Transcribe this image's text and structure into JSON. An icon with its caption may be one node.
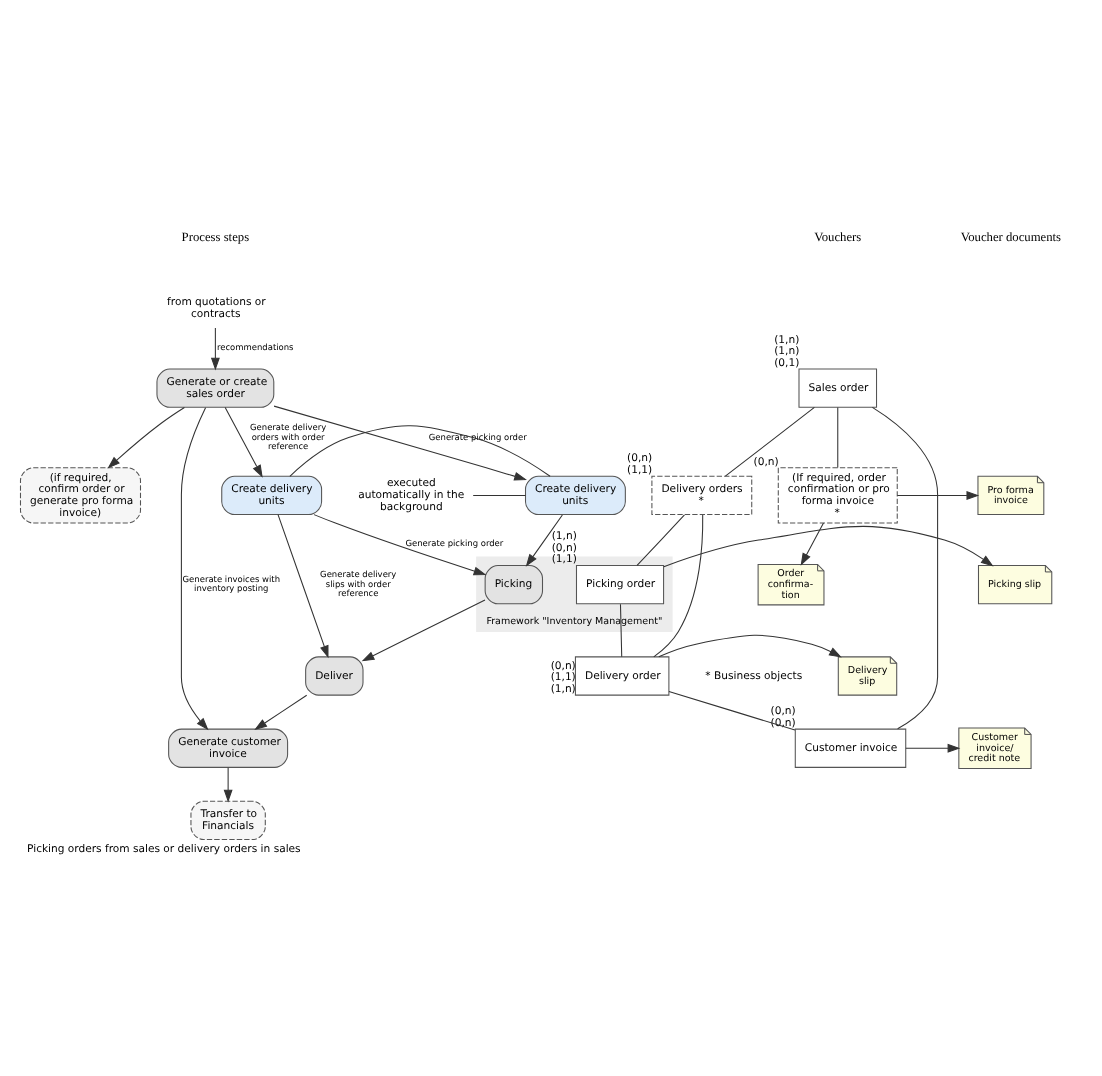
{
  "diagram": {
    "caption": "Picking orders from sales or delivery orders in sales",
    "nodes": [
      {
        "text": [
          "from quotations or contracts"
        ]
      },
      {
        "text": [
          "Generate or create sales order"
        ]
      },
      {
        "text": [
          "(if required, confirm order or generate pro forma invoice)"
        ]
      },
      {
        "text": [
          "Create delivery units"
        ]
      },
      {
        "text": [
          "Create delivery units"
        ]
      },
      {
        "text": [
          "executed automatically in the background"
        ]
      },
      {
        "text": [
          "Framework \"Inventory Management\""
        ]
      },
      {
        "text": [
          "Picking"
        ],
        "in": 6
      },
      {
        "text": [
          "Deliver"
        ]
      },
      {
        "text": [
          "Generate customer invoice"
        ]
      },
      {
        "text": [
          "Transfer to Financials"
        ]
      },
      {
        "text": [
          "Sales order"
        ],
        "beside": [
          "(1,n)",
          "(1,n)",
          "(0,1)"
        ]
      },
      {
        "text": [
          "(If required, order confirmation or pro forma invoice",
          "*"
        ],
        "beside": [
          "(0,n)"
        ]
      },
      {
        "text": [
          "Delivery orders",
          "*"
        ],
        "beside": [
          "(0,n)",
          "(1,1)"
        ]
      },
      {
        "text": [
          "Picking order"
        ],
        "in": 6,
        "beside": [
          "(1,n)",
          "(0,n)",
          "(1,1)"
        ]
      },
      {
        "text": [
          "Delivery order"
        ],
        "beside": [
          "(0,n)",
          "(1,1)",
          "(1,n)"
        ]
      },
      {
        "text": [
          "Customer invoice"
        ],
        "beside": [
          "(0,n)",
          "(0,n)"
        ]
      },
      {
        "text": [
          "Pro forma invoice"
        ]
      },
      {
        "text": [
          "Order confirma- tion"
        ]
      },
      {
        "text": [
          "Picking slip"
        ]
      },
      {
        "text": [
          "Delivery slip"
        ]
      },
      {
        "text": [
          "Customer invoice/ credit note"
        ]
      }
    ],
    "edges": [
      {
        "from": 0,
        "to": 1,
        "arrow": "to",
        "label": "recommendations"
      },
      {
        "from": 1,
        "to": 2,
        "arrow": "to"
      },
      {
        "from": 1,
        "to": 3,
        "arrow": "to",
        "label": "Generate delivery orders with order reference"
      },
      {
        "from": 1,
        "to": 4,
        "arrow": "to",
        "label": "Generate picking order"
      },
      {
        "from": 1,
        "to": 9,
        "arrow": "to",
        "label": "Generate invoices with inventory posting"
      },
      {
        "from": 3,
        "to": 4,
        "arrow": "none"
      },
      {
        "from": 5,
        "to": 4,
        "arrow": "none"
      },
      {
        "from": 3,
        "to": 7,
        "arrow": "to",
        "label": "Generate picking order"
      },
      {
        "from": 4,
        "to": 7,
        "arrow": "to"
      },
      {
        "from": 3,
        "to": 8,
        "arrow": "to",
        "label": "Generate delivery slips with order reference"
      },
      {
        "from": 7,
        "to": 8,
        "arrow": "to"
      },
      {
        "from": 8,
        "to": 9,
        "arrow": "to"
      },
      {
        "from": 9,
        "to": 10,
        "arrow": "to"
      },
      {
        "from": 11,
        "to": 12,
        "arrow": "none"
      },
      {
        "from": 11,
        "to": 13,
        "arrow": "none"
      },
      {
        "from": 11,
        "to": 16,
        "arrow": "none"
      },
      {
        "from": 13,
        "to": 14,
        "arrow": "none"
      },
      {
        "from": 13,
        "to": 15,
        "arrow": "none"
      },
      {
        "from": 14,
        "to": 15,
        "arrow": "none"
      },
      {
        "from": 15,
        "to": 16,
        "arrow": "none"
      },
      {
        "from": 12,
        "to": 17,
        "arrow": "to"
      },
      {
        "from": 12,
        "to": 18,
        "arrow": "to"
      },
      {
        "from": 14,
        "to": 19,
        "arrow": "to"
      },
      {
        "from": 15,
        "to": 20,
        "arrow": "to"
      },
      {
        "from": 16,
        "to": 21,
        "arrow": "to"
      }
    ],
    "labels": [
      "Process steps",
      "Vouchers",
      "Voucher documents",
      "* Business objects"
    ]
  }
}
